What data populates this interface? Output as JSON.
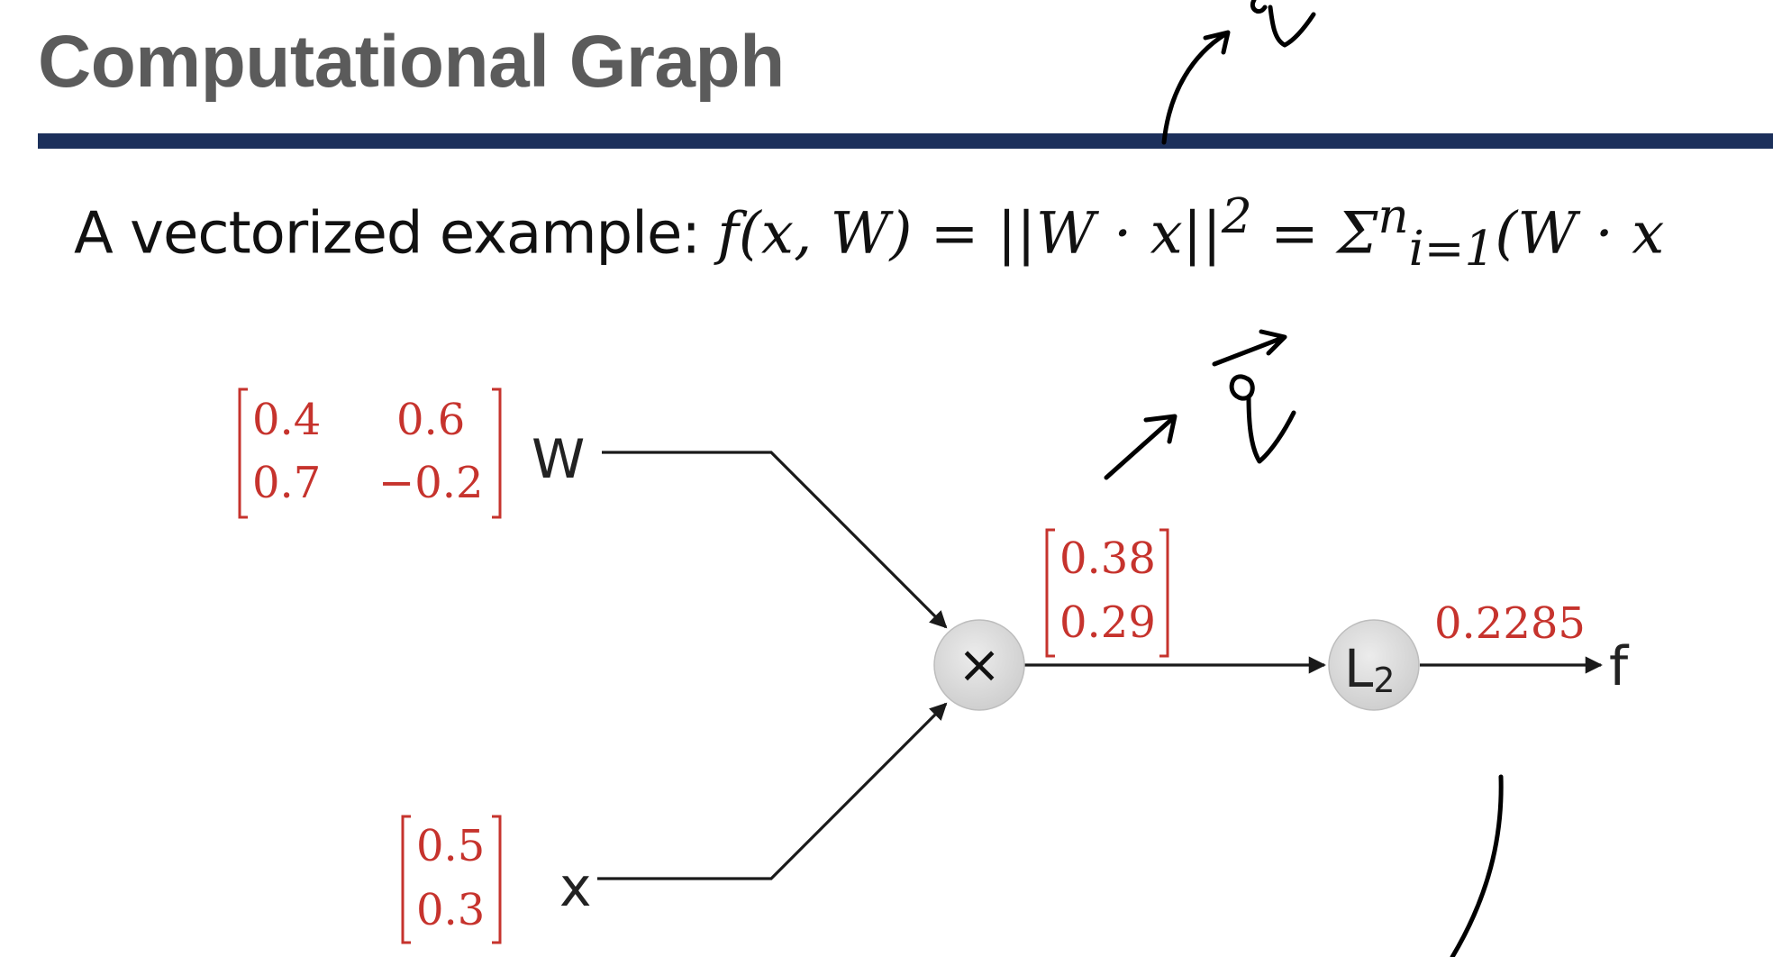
{
  "slide": {
    "title": "Computational Graph",
    "equation": {
      "label": "A vectorized example: ",
      "lhs": "f(x, W)",
      "norm_expr": "= ||W · x||",
      "norm_exp": "2",
      "sum_expr": "= Σ",
      "sum_upper": "n",
      "sum_lower": "i=1",
      "sum_body": "(W · x"
    }
  },
  "graph": {
    "inputs": {
      "W": {
        "label": "W",
        "matrix": [
          [
            "0.4",
            "0.6"
          ],
          [
            "0.7",
            "−0.2"
          ]
        ]
      },
      "x": {
        "label": "x",
        "vector": [
          "0.5",
          "0.3"
        ]
      }
    },
    "nodes": {
      "multiply": {
        "symbol": "×"
      },
      "l2": {
        "symbol": "L",
        "subscript": "2"
      }
    },
    "intermediate": {
      "vector": [
        "0.38",
        "0.29"
      ]
    },
    "output": {
      "label": "f",
      "value": "0.2285"
    }
  },
  "colors": {
    "value_red": "#c6332d",
    "title_gray": "#5b5b5b",
    "rule_navy": "#1c305b",
    "node_fill": "#dcdcdc"
  }
}
